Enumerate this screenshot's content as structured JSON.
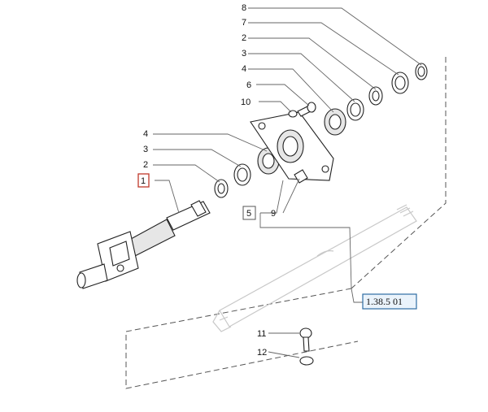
{
  "callouts": [
    {
      "id": "c8a",
      "text": "8"
    },
    {
      "id": "c7a",
      "text": "7"
    },
    {
      "id": "c2a",
      "text": "2"
    },
    {
      "id": "c3a",
      "text": "3"
    },
    {
      "id": "c4a",
      "text": "4"
    },
    {
      "id": "c6",
      "text": "6"
    },
    {
      "id": "c10",
      "text": "10"
    },
    {
      "id": "c4b",
      "text": "4"
    },
    {
      "id": "c3b",
      "text": "3"
    },
    {
      "id": "c2b",
      "text": "2"
    },
    {
      "id": "c1",
      "text": "1"
    },
    {
      "id": "c5",
      "text": "5"
    },
    {
      "id": "c9",
      "text": "9"
    },
    {
      "id": "c11",
      "text": "11"
    },
    {
      "id": "c12",
      "text": "12"
    }
  ],
  "reference": {
    "text": "1.38.5 01"
  },
  "colors": {
    "highlight_box": "#c0392b",
    "reference_box": "#2e6da4",
    "reference_fill": "#eaf3fb"
  }
}
